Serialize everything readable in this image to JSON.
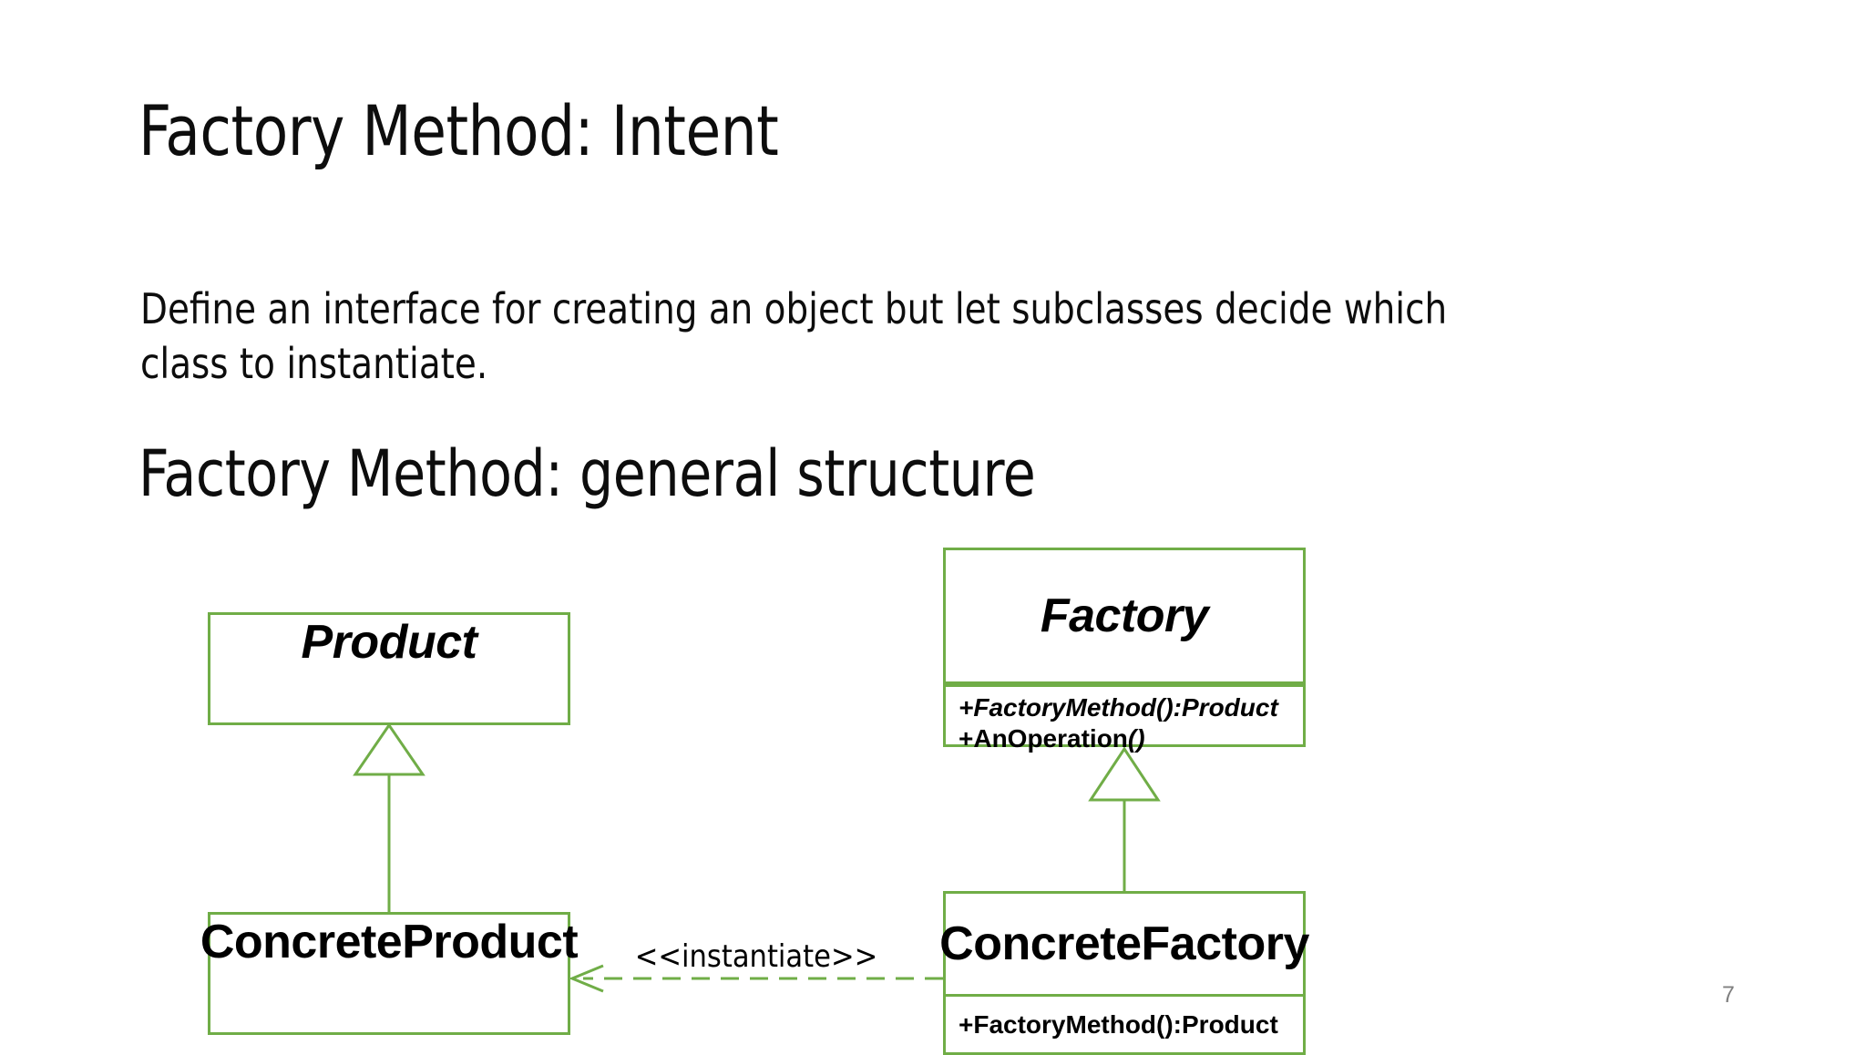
{
  "slide": {
    "title": "Factory Method: Intent",
    "body_text": "Define an interface for creating an object but let subclasses decide which class to instantiate.",
    "section_title": "Factory Method: general structure",
    "page_number": "7"
  },
  "colors": {
    "box_border": "#70AD47",
    "connector": "#70AD47",
    "text": "#000000",
    "page_number": "#7F7F7F",
    "background": "#FFFFFF"
  },
  "diagram": {
    "type": "uml-class-diagram",
    "classes": [
      {
        "id": "product",
        "name": "Product",
        "abstract": true,
        "compartments": [
          "title"
        ],
        "attributes": [],
        "operations": []
      },
      {
        "id": "concreteproduct",
        "name": "ConcreteProduct",
        "abstract": false,
        "compartments": [
          "title"
        ],
        "attributes": [],
        "operations": []
      },
      {
        "id": "factory",
        "name": "Factory",
        "abstract": true,
        "compartments": [
          "title",
          "attributes",
          "operations"
        ],
        "attributes": [],
        "operations": [
          {
            "text": "+FactoryMethod():Product",
            "abstract": true
          },
          {
            "text": "+AnOperation",
            "suffix": "()",
            "abstract": false
          }
        ]
      },
      {
        "id": "concretefactory",
        "name": "ConcreteFactory",
        "abstract": false,
        "compartments": [
          "title",
          "operations"
        ],
        "attributes": [],
        "operations": [
          {
            "text": "+FactoryMethod():Product",
            "abstract": false
          }
        ]
      }
    ],
    "relationships": [
      {
        "id": "product-generalization",
        "kind": "generalization",
        "from": "concreteproduct",
        "to": "product",
        "label": ""
      },
      {
        "id": "factory-generalization",
        "kind": "generalization",
        "from": "concretefactory",
        "to": "factory",
        "label": ""
      },
      {
        "id": "instantiate-dependency",
        "kind": "dependency",
        "from": "concretefactory",
        "to": "concreteproduct",
        "label": "<<instantiate>>"
      }
    ]
  }
}
